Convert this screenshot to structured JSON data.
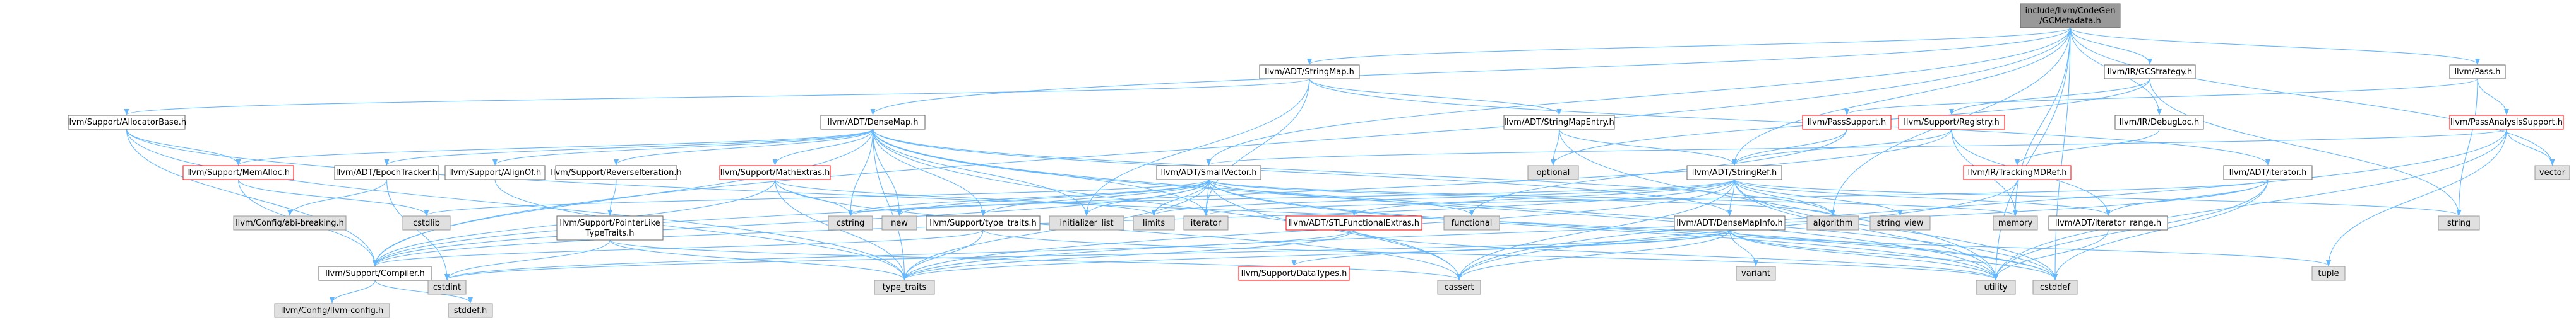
{
  "colors": {
    "node_fill": "#ffffff",
    "node_border": "#666666",
    "highlight_fill": "#999999",
    "highlight_border": "#666666",
    "system_fill": "#e0e0e0",
    "system_border": "#999999",
    "incomplete_border": "#ff0000",
    "edge": "#63b8ff"
  },
  "nodes": [
    {
      "id": "root",
      "lines": [
        "include/llvm/CodeGen",
        "/GCMetadata.h"
      ],
      "style": "highlight"
    },
    {
      "id": "stringmap",
      "lines": [
        "llvm/ADT/StringMap.h"
      ],
      "style": "normal"
    },
    {
      "id": "gcstrategy",
      "lines": [
        "llvm/IR/GCStrategy.h"
      ],
      "style": "normal"
    },
    {
      "id": "pass",
      "lines": [
        "llvm/Pass.h"
      ],
      "style": "normal"
    },
    {
      "id": "allocatorbase",
      "lines": [
        "llvm/Support/AllocatorBase.h"
      ],
      "style": "normal"
    },
    {
      "id": "densemap",
      "lines": [
        "llvm/ADT/DenseMap.h"
      ],
      "style": "normal"
    },
    {
      "id": "stringmapentry",
      "lines": [
        "llvm/ADT/StringMapEntry.h"
      ],
      "style": "normal"
    },
    {
      "id": "passsupport",
      "lines": [
        "llvm/PassSupport.h"
      ],
      "style": "incomplete"
    },
    {
      "id": "registry",
      "lines": [
        "llvm/Support/Registry.h"
      ],
      "style": "incomplete"
    },
    {
      "id": "debugloc",
      "lines": [
        "llvm/IR/DebugLoc.h"
      ],
      "style": "normal"
    },
    {
      "id": "passanalysissupport",
      "lines": [
        "llvm/PassAnalysisSupport.h"
      ],
      "style": "incomplete"
    },
    {
      "id": "vector",
      "lines": [
        "vector"
      ],
      "style": "system"
    },
    {
      "id": "memalloc",
      "lines": [
        "llvm/Support/MemAlloc.h"
      ],
      "style": "incomplete"
    },
    {
      "id": "epochtracker",
      "lines": [
        "llvm/ADT/EpochTracker.h"
      ],
      "style": "normal"
    },
    {
      "id": "alignof",
      "lines": [
        "llvm/Support/AlignOf.h"
      ],
      "style": "normal"
    },
    {
      "id": "reverseiteration",
      "lines": [
        "llvm/Support/ReverseIteration.h"
      ],
      "style": "normal"
    },
    {
      "id": "mathextras",
      "lines": [
        "llvm/Support/MathExtras.h"
      ],
      "style": "incomplete"
    },
    {
      "id": "smallvector",
      "lines": [
        "llvm/ADT/SmallVector.h"
      ],
      "style": "normal"
    },
    {
      "id": "optional",
      "lines": [
        "optional"
      ],
      "style": "system"
    },
    {
      "id": "stringref",
      "lines": [
        "llvm/ADT/StringRef.h"
      ],
      "style": "normal"
    },
    {
      "id": "trackingmdref",
      "lines": [
        "llvm/IR/TrackingMDRef.h"
      ],
      "style": "incomplete"
    },
    {
      "id": "iterator_h",
      "lines": [
        "llvm/ADT/iterator.h"
      ],
      "style": "normal"
    },
    {
      "id": "abibreaking",
      "lines": [
        "llvm/Config/abi-breaking.h"
      ],
      "style": "system"
    },
    {
      "id": "cstdlib",
      "lines": [
        "cstdlib"
      ],
      "style": "system"
    },
    {
      "id": "pointerlike",
      "lines": [
        "llvm/Support/PointerLike",
        "TypeTraits.h"
      ],
      "style": "normal"
    },
    {
      "id": "cstring",
      "lines": [
        "cstring"
      ],
      "style": "system"
    },
    {
      "id": "new",
      "lines": [
        "new"
      ],
      "style": "system"
    },
    {
      "id": "typetraits_support",
      "lines": [
        "llvm/Support/type_traits.h"
      ],
      "style": "normal"
    },
    {
      "id": "initializer_list",
      "lines": [
        "initializer_list"
      ],
      "style": "system"
    },
    {
      "id": "limits",
      "lines": [
        "limits"
      ],
      "style": "system"
    },
    {
      "id": "iterator",
      "lines": [
        "iterator"
      ],
      "style": "system"
    },
    {
      "id": "functional",
      "lines": [
        "functional"
      ],
      "style": "system"
    },
    {
      "id": "stlfunctional",
      "lines": [
        "llvm/ADT/STLFunctionalExtras.h"
      ],
      "style": "incomplete"
    },
    {
      "id": "densemapinfo",
      "lines": [
        "llvm/ADT/DenseMapInfo.h"
      ],
      "style": "normal"
    },
    {
      "id": "algorithm",
      "lines": [
        "algorithm"
      ],
      "style": "system"
    },
    {
      "id": "string_view",
      "lines": [
        "string_view"
      ],
      "style": "system"
    },
    {
      "id": "memory",
      "lines": [
        "memory"
      ],
      "style": "system"
    },
    {
      "id": "iterator_range",
      "lines": [
        "llvm/ADT/iterator_range.h"
      ],
      "style": "normal"
    },
    {
      "id": "string",
      "lines": [
        "string"
      ],
      "style": "system"
    },
    {
      "id": "compiler",
      "lines": [
        "llvm/Support/Compiler.h"
      ],
      "style": "normal"
    },
    {
      "id": "cstdint",
      "lines": [
        "cstdint"
      ],
      "style": "system"
    },
    {
      "id": "type_traits",
      "lines": [
        "type_traits"
      ],
      "style": "system"
    },
    {
      "id": "datatypes",
      "lines": [
        "llvm/Support/DataTypes.h"
      ],
      "style": "incomplete"
    },
    {
      "id": "variant",
      "lines": [
        "variant"
      ],
      "style": "system"
    },
    {
      "id": "cassert",
      "lines": [
        "cassert"
      ],
      "style": "system"
    },
    {
      "id": "utility",
      "lines": [
        "utility"
      ],
      "style": "system"
    },
    {
      "id": "cstddef",
      "lines": [
        "cstddef"
      ],
      "style": "system"
    },
    {
      "id": "tuple",
      "lines": [
        "tuple"
      ],
      "style": "system"
    },
    {
      "id": "llvmconfig",
      "lines": [
        "llvm/Config/llvm-config.h"
      ],
      "style": "system"
    },
    {
      "id": "stddef",
      "lines": [
        "stddef.h"
      ],
      "style": "system"
    }
  ],
  "edges": [
    [
      "root",
      "stringmap"
    ],
    [
      "root",
      "gcstrategy"
    ],
    [
      "root",
      "pass"
    ],
    [
      "root",
      "debugloc"
    ],
    [
      "root",
      "densemap"
    ],
    [
      "root",
      "smallvector"
    ],
    [
      "root",
      "stringref"
    ],
    [
      "root",
      "algorithm"
    ],
    [
      "root",
      "memory"
    ],
    [
      "root",
      "vector"
    ],
    [
      "root",
      "cstddef"
    ],
    [
      "root",
      "utility"
    ],
    [
      "root",
      "compiler"
    ],
    [
      "stringmap",
      "allocatorbase"
    ],
    [
      "stringmap",
      "stringmapentry"
    ],
    [
      "stringmap",
      "iterator"
    ],
    [
      "stringmap",
      "initializer_list"
    ],
    [
      "stringmap",
      "iterator_h"
    ],
    [
      "gcstrategy",
      "registry"
    ],
    [
      "gcstrategy",
      "optional"
    ],
    [
      "gcstrategy",
      "string"
    ],
    [
      "pass",
      "passsupport"
    ],
    [
      "pass",
      "passanalysissupport"
    ],
    [
      "pass",
      "string"
    ],
    [
      "allocatorbase",
      "memalloc"
    ],
    [
      "allocatorbase",
      "compiler"
    ],
    [
      "allocatorbase",
      "type_traits"
    ],
    [
      "allocatorbase",
      "cstddef"
    ],
    [
      "densemap",
      "memalloc"
    ],
    [
      "densemap",
      "epochtracker"
    ],
    [
      "densemap",
      "alignof"
    ],
    [
      "densemap",
      "reverseiteration"
    ],
    [
      "densemap",
      "mathextras"
    ],
    [
      "densemap",
      "typetraits_support"
    ],
    [
      "densemap",
      "densemapinfo"
    ],
    [
      "densemap",
      "compiler"
    ],
    [
      "densemap",
      "algorithm"
    ],
    [
      "densemap",
      "cassert"
    ],
    [
      "densemap",
      "cstddef"
    ],
    [
      "densemap",
      "cstring"
    ],
    [
      "densemap",
      "initializer_list"
    ],
    [
      "densemap",
      "iterator"
    ],
    [
      "densemap",
      "new"
    ],
    [
      "densemap",
      "type_traits"
    ],
    [
      "densemap",
      "utility"
    ],
    [
      "stringmapentry",
      "stringref"
    ],
    [
      "stringmapentry",
      "optional"
    ],
    [
      "stringmapentry",
      "utility"
    ],
    [
      "passsupport",
      "stringref"
    ],
    [
      "passsupport",
      "functional"
    ],
    [
      "registry",
      "stringref"
    ],
    [
      "registry",
      "iterator_range"
    ],
    [
      "registry",
      "compiler"
    ],
    [
      "registry",
      "memory"
    ],
    [
      "debugloc",
      "trackingmdref"
    ],
    [
      "passanalysissupport",
      "smallvector"
    ],
    [
      "passanalysissupport",
      "cassert"
    ],
    [
      "passanalysissupport",
      "tuple"
    ],
    [
      "passanalysissupport",
      "utility"
    ],
    [
      "passanalysissupport",
      "vector"
    ],
    [
      "memalloc",
      "compiler"
    ],
    [
      "memalloc",
      "cstdlib"
    ],
    [
      "epochtracker",
      "abibreaking"
    ],
    [
      "epochtracker",
      "cstdint"
    ],
    [
      "alignof",
      "type_traits"
    ],
    [
      "reverseiteration",
      "pointerlike"
    ],
    [
      "mathextras",
      "compiler"
    ],
    [
      "mathextras",
      "cassert"
    ],
    [
      "mathextras",
      "cstring"
    ],
    [
      "mathextras",
      "limits"
    ],
    [
      "mathextras",
      "type_traits"
    ],
    [
      "smallvector",
      "compiler"
    ],
    [
      "smallvector",
      "typetraits_support"
    ],
    [
      "smallvector",
      "algorithm"
    ],
    [
      "smallvector",
      "cassert"
    ],
    [
      "smallvector",
      "cstddef"
    ],
    [
      "smallvector",
      "cstdlib"
    ],
    [
      "smallvector",
      "cstring"
    ],
    [
      "smallvector",
      "functional"
    ],
    [
      "smallvector",
      "initializer_list"
    ],
    [
      "smallvector",
      "iterator"
    ],
    [
      "smallvector",
      "limits"
    ],
    [
      "smallvector",
      "memory"
    ],
    [
      "smallvector",
      "new"
    ],
    [
      "smallvector",
      "type_traits"
    ],
    [
      "smallvector",
      "utility"
    ],
    [
      "stringref",
      "densemapinfo"
    ],
    [
      "stringref",
      "stlfunctional"
    ],
    [
      "stringref",
      "iterator_range"
    ],
    [
      "stringref",
      "compiler"
    ],
    [
      "stringref",
      "algorithm"
    ],
    [
      "stringref",
      "cassert"
    ],
    [
      "stringref",
      "cstddef"
    ],
    [
      "stringref",
      "cstring"
    ],
    [
      "stringref",
      "limits"
    ],
    [
      "stringref",
      "string"
    ],
    [
      "stringref",
      "string_view"
    ],
    [
      "stringref",
      "type_traits"
    ],
    [
      "stringref",
      "utility"
    ],
    [
      "trackingmdref",
      "cassert"
    ],
    [
      "iterator_h",
      "iterator_range"
    ],
    [
      "iterator_h",
      "cstddef"
    ],
    [
      "iterator_h",
      "iterator"
    ],
    [
      "iterator_h",
      "type_traits"
    ],
    [
      "iterator_h",
      "utility"
    ],
    [
      "pointerlike",
      "cassert"
    ],
    [
      "pointerlike",
      "cstdint"
    ],
    [
      "pointerlike",
      "type_traits"
    ],
    [
      "typetraits_support",
      "compiler"
    ],
    [
      "typetraits_support",
      "type_traits"
    ],
    [
      "typetraits_support",
      "utility"
    ],
    [
      "stlfunctional",
      "type_traits"
    ],
    [
      "stlfunctional",
      "cstdint"
    ],
    [
      "stlfunctional",
      "utility"
    ],
    [
      "densemapinfo",
      "datatypes"
    ],
    [
      "densemapinfo",
      "cassert"
    ],
    [
      "densemapinfo",
      "cstddef"
    ],
    [
      "densemapinfo",
      "cstdint"
    ],
    [
      "densemapinfo",
      "tuple"
    ],
    [
      "densemapinfo",
      "type_traits"
    ],
    [
      "densemapinfo",
      "utility"
    ],
    [
      "densemapinfo",
      "variant"
    ],
    [
      "iterator_range",
      "utility"
    ],
    [
      "compiler",
      "llvmconfig"
    ],
    [
      "compiler",
      "stddef"
    ]
  ]
}
